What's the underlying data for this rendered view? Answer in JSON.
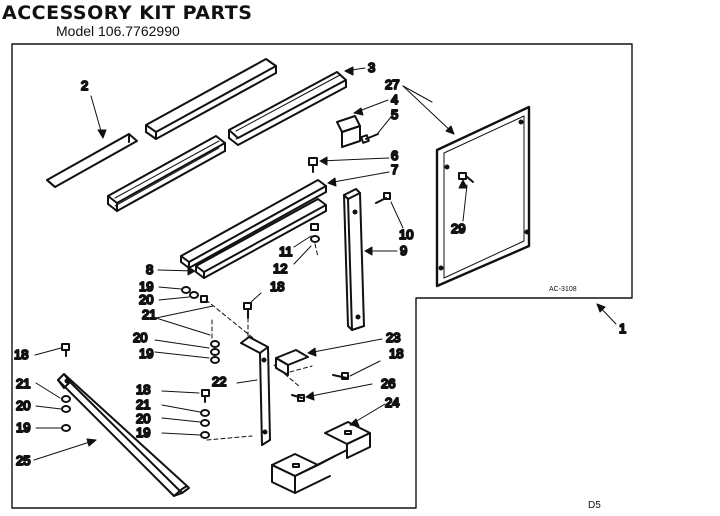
{
  "header": {
    "title": "ACCESSORY KIT PARTS",
    "model": "Model 106.7762990"
  },
  "diagram_code": "AC-3108",
  "page_code": "D5",
  "callouts": [
    "1",
    "2",
    "3",
    "27",
    "4",
    "5",
    "6",
    "7",
    "29",
    "10",
    "9",
    "11",
    "12",
    "8",
    "19",
    "20",
    "18",
    "21",
    "20",
    "19",
    "23",
    "18",
    "18",
    "22",
    "26",
    "21",
    "21",
    "20",
    "24",
    "20",
    "19",
    "19",
    "25"
  ]
}
